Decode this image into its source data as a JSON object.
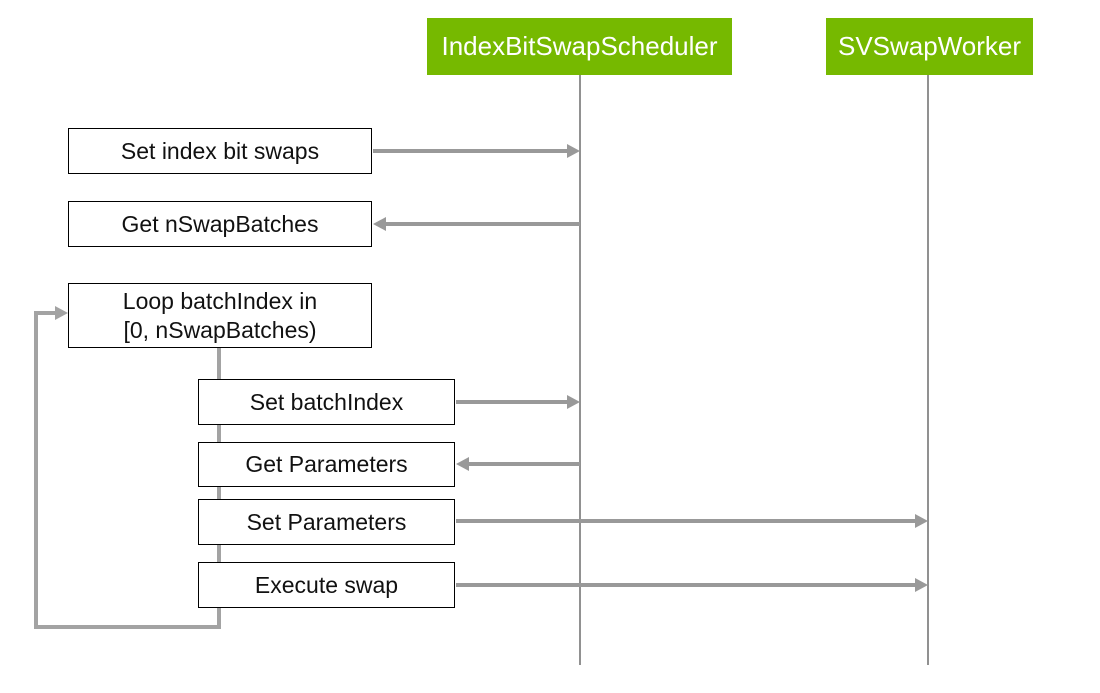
{
  "diagram_type": "sequence-diagram",
  "colors": {
    "actor_bg": "#76b900",
    "actor_text": "#ffffff",
    "arrow": "#999999",
    "connector": "#a3a3a3",
    "lifeline": "#919191",
    "box_border": "#000000"
  },
  "actors": [
    {
      "label": "IndexBitSwapScheduler"
    },
    {
      "label": "SVSwapWorker"
    }
  ],
  "messages": {
    "set_index_bit_swaps": "Set index bit swaps",
    "get_nswapbatches": "Get nSwapBatches",
    "loop_line1": "Loop batchIndex in",
    "loop_line2": "[0, nSwapBatches)",
    "set_batchindex": "Set batchIndex",
    "get_parameters": "Get Parameters",
    "set_parameters": "Set Parameters",
    "execute_swap": "Execute swap"
  },
  "arrows": [
    {
      "from": "caller",
      "to": "IndexBitSwapScheduler",
      "label_ref": "set_index_bit_swaps",
      "direction": "right"
    },
    {
      "from": "IndexBitSwapScheduler",
      "to": "caller",
      "label_ref": "get_nswapbatches",
      "direction": "left"
    },
    {
      "from": "loop",
      "to": "IndexBitSwapScheduler",
      "label_ref": "set_batchindex",
      "direction": "right"
    },
    {
      "from": "IndexBitSwapScheduler",
      "to": "loop",
      "label_ref": "get_parameters",
      "direction": "left"
    },
    {
      "from": "loop",
      "to": "SVSwapWorker",
      "label_ref": "set_parameters",
      "direction": "right"
    },
    {
      "from": "loop",
      "to": "SVSwapWorker",
      "label_ref": "execute_swap",
      "direction": "right"
    }
  ]
}
